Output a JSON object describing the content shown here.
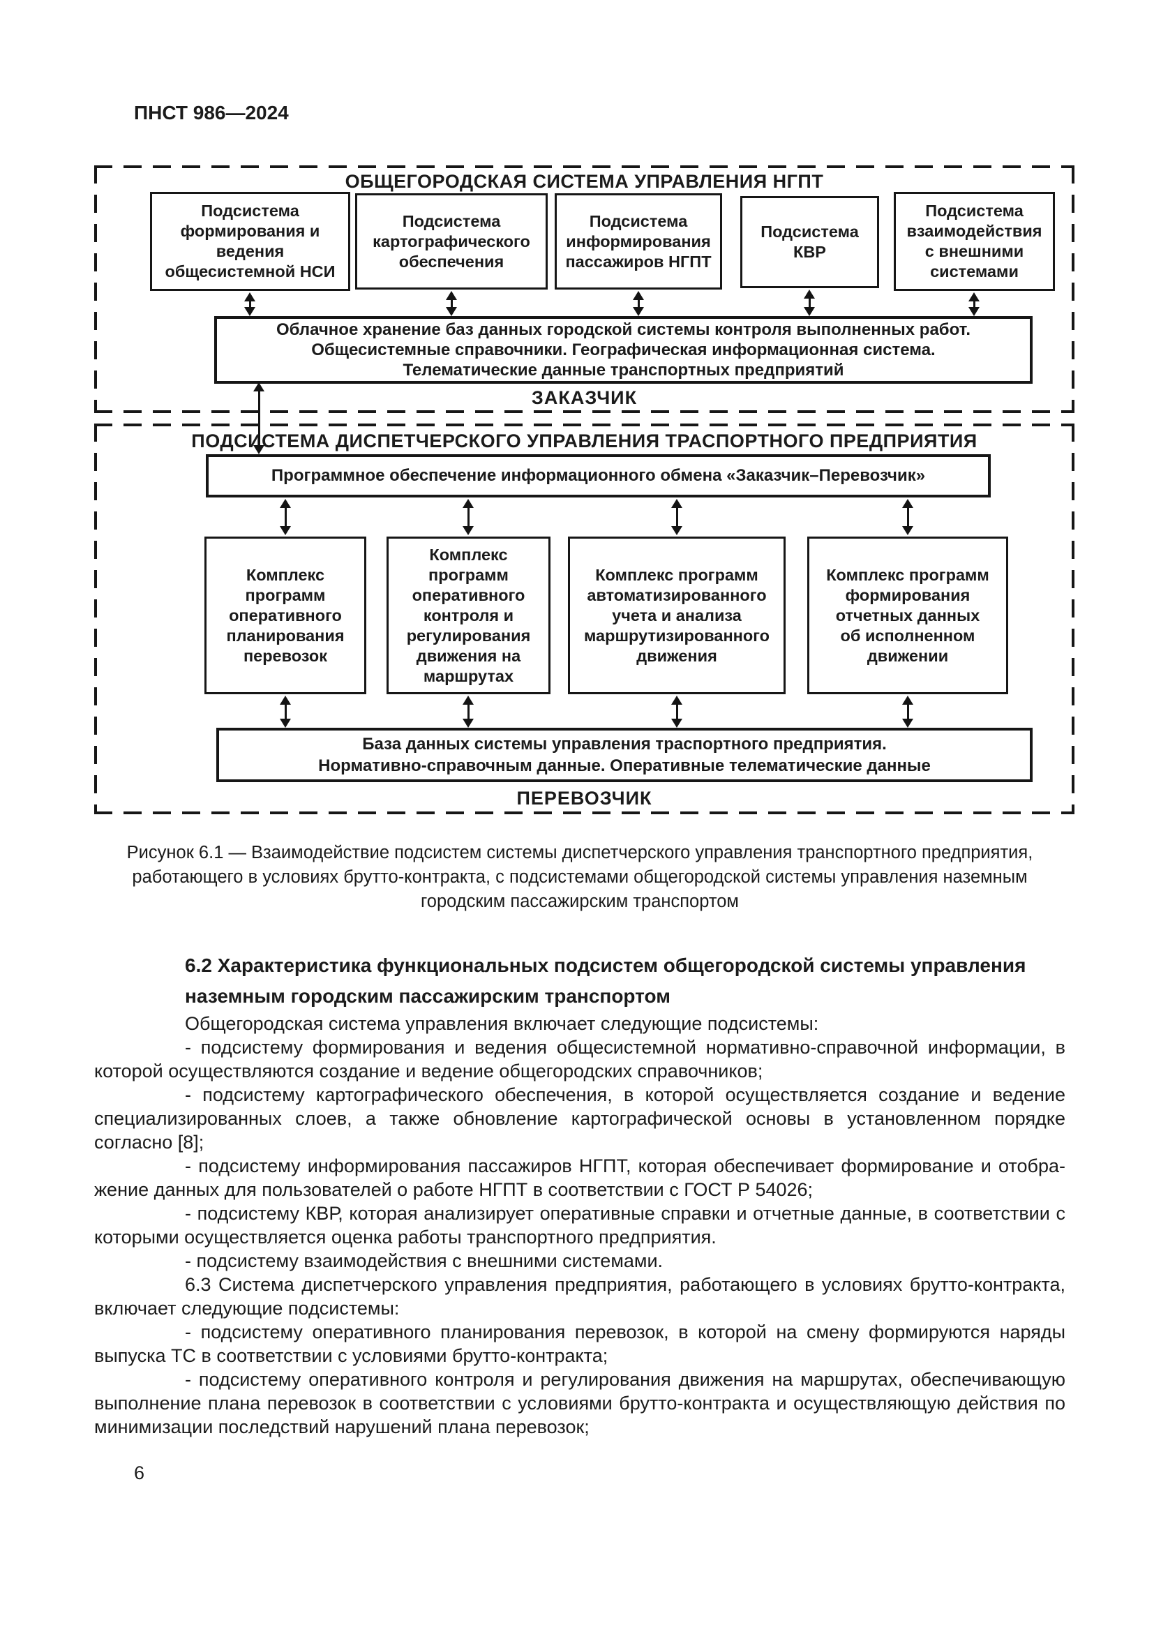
{
  "page": {
    "header": "ПНСТ 986—2024",
    "page_number": "6"
  },
  "diagram": {
    "city": {
      "title": "ОБЩЕГОРОДСКАЯ СИСТЕМА УПРАВЛЕНИЯ НГПТ",
      "boxes": [
        "Подсистема\nформирования и\nведения\nобщесистемной НСИ",
        "Подсистема\nкартографического\nобеспечения",
        "Подсистема\nинформирования\nпассажиров НГПТ",
        "Подсистема\nКВР",
        "Подсистема\nвзаимодействия\nс внешними\nсистемами"
      ],
      "storage": "Облачное хранение баз данных городской системы контроля выполненных работ.\nОбщесистемные справочники. Географическая информационная система.\nТелематические данные транспортных предприятий",
      "label": "ЗАКАЗЧИК"
    },
    "dispatch": {
      "title": "ПОДСИСТЕМА ДИСПЕТЧЕРСКОГО УПРАВЛЕНИЯ ТРАСПОРТНОГО ПРЕДПРИЯТИЯ",
      "software": "Программное обеспечение информационного обмена «Заказчик–Перевозчик»",
      "boxes": [
        "Комплекс\nпрограмм\nоперативного\nпланирования\nперевозок",
        "Комплекс\nпрограмм\nоперативного\nконтроля и\nрегулирования\nдвижения на\nмаршрутах",
        "Комплекс программ\nавтоматизированного\nучета и анализа\nмаршрутизированного\nдвижения",
        "Комплекс программ\nформирования\nотчетных данных\nоб исполненном\nдвижении"
      ],
      "database": "База данных системы управления траспортного предприятия.\nНормативно-справочным данные. Оперативные телематические данные",
      "label": "ПЕРЕВОЗЧИК"
    },
    "caption": "Рисунок 6.1 — Взаимодействие подсистем системы диспетчерского управления транспортного предприятия,\nработающего в условиях брутто-контракта, с подсистемами общегородской системы управления наземным\nгородским пассажирским транспортом"
  },
  "content": {
    "heading": "6.2 Характеристика функциональных подсистем общегородской системы управления наземным городским пассажирским транспортом",
    "paragraphs": [
      "Общегородская система управления включает следующие подсистемы:",
      "- подсистему формирования и ведения общесистемной нормативно-справочной информации, в которой осуществляются создание и ведение общегородских справочников;",
      "- подсистему картографического обеспечения, в которой осуществляется создание и ведение специализированных слоев, а также обновление картографической основы в установленном порядке согласно [8];",
      "- подсистему информирования пассажиров НГПТ, которая обеспечивает формирование и отобра­жение данных для пользователей о работе НГПТ в соответствии с ГОСТ Р 54026;",
      "- подсистему КВР, которая анализирует оперативные справки и отчетные данные, в соответствии с которыми осуществляется оценка работы транспортного предприятия.",
      "- подсистему взаимодействия с внешними системами.",
      "6.3 Система диспетчерского управления предприятия, работающего в условиях брутто-контракта, включает следующие подсистемы:",
      "- подсистему оперативного планирования перевозок, в которой на смену формируются наряды выпуска ТС в соответствии с условиями брутто-контракта;",
      "- подсистему оперативного контроля и регулирования движения на маршрутах, обеспечивающую выполнение плана перевозок в соответствии с условиями брутто-контракта и осуществляющую дей­ствия по минимизации последствий нарушений плана перевозок;"
    ]
  }
}
